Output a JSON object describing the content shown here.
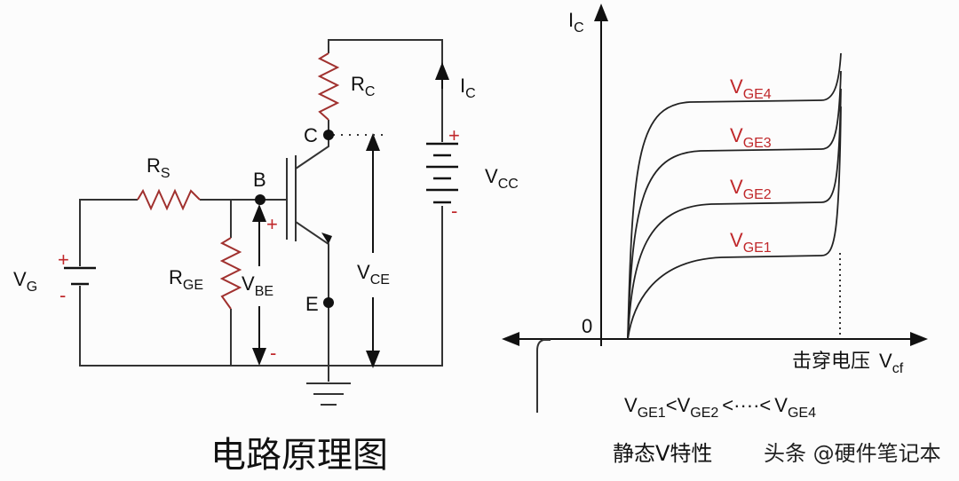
{
  "colors": {
    "wire": "#333333",
    "resistor": "#a0302e",
    "curve": "#222222",
    "label_red": "#c0282b"
  },
  "circuit": {
    "title": "电路原理图",
    "labels": {
      "RS": "R",
      "RS_sub": "S",
      "RC": "R",
      "RC_sub": "C",
      "RGE": "R",
      "RGE_sub": "GE",
      "IC": "I",
      "IC_sub": "C",
      "VCC": "V",
      "VCC_sub": "CC",
      "VG": "V",
      "VG_sub": "G",
      "VBE": "V",
      "VBE_sub": "BE",
      "VCE": "V",
      "VCE_sub": "CE",
      "B": "B",
      "C": "C",
      "E": "E",
      "plus": "+",
      "minus": "-"
    }
  },
  "chart": {
    "y_axis": "I",
    "y_axis_sub": "C",
    "origin": "0",
    "x_axis": "击穿电压",
    "x_axis_v": "V",
    "x_axis_sub": "cf",
    "curves": [
      {
        "v": "V",
        "sub": "GE4"
      },
      {
        "v": "V",
        "sub": "GE3"
      },
      {
        "v": "V",
        "sub": "GE2"
      },
      {
        "v": "V",
        "sub": "GE1"
      }
    ],
    "relation": {
      "p1": "V",
      "s1": "GE1",
      "lt1": "<",
      "p2": "V",
      "s2": "GE2",
      "mid": "<····<",
      "p3": "V",
      "s3": "GE4"
    },
    "title": "静态V特性"
  },
  "watermark": "头条 @硬件笔记本"
}
